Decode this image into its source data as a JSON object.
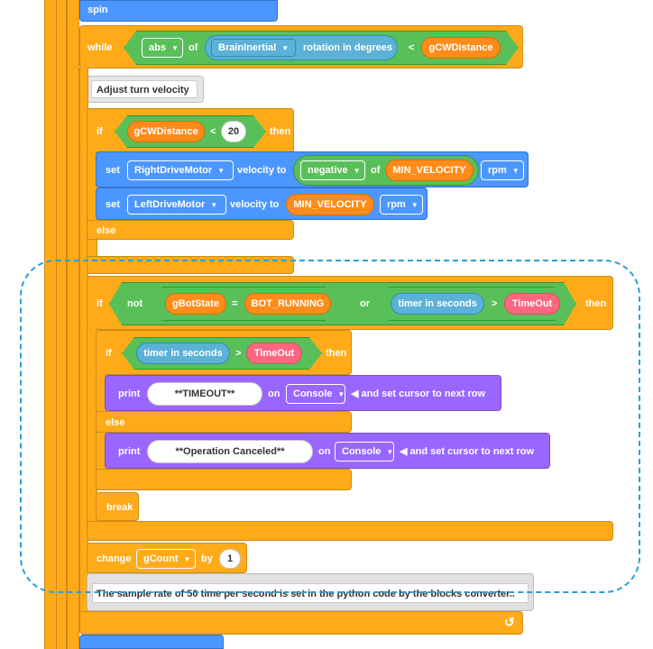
{
  "stack": {
    "top_partial": "spin",
    "while_block": {
      "keyword": "while",
      "abs_label": "abs",
      "of_label": "of",
      "sensor": "BrainInertial",
      "rotation_label": "rotation in degrees",
      "lt": "<",
      "var": "gCWDistance"
    },
    "comment_block": {
      "text": "Adjust turn velocity"
    },
    "if_block_1": {
      "keyword": "if",
      "var": "gCWDistance",
      "lt": "<",
      "value": "20",
      "then": "then",
      "else": "else"
    },
    "set_right": {
      "set": "set",
      "motor": "RightDriveMotor",
      "velocity_to": "velocity to",
      "negative": "negative",
      "of": "of",
      "min_velocity": "MIN_VELOCITY",
      "unit": "rpm"
    },
    "set_left": {
      "set": "set",
      "motor": "LeftDriveMotor",
      "velocity_to": "velocity to",
      "min_velocity": "MIN_VELOCITY",
      "unit": "rpm"
    },
    "if_block_2": {
      "keyword": "if",
      "not": "not",
      "var": "gBotState",
      "eq": "=",
      "state": "BOT_RUNNING",
      "or": "or",
      "timer": "timer in seconds",
      "gt": ">",
      "timeout": "TimeOut",
      "then": "then"
    },
    "if_block_3": {
      "keyword": "if",
      "timer": "timer in seconds",
      "gt": ">",
      "timeout": "TimeOut",
      "then": "then",
      "else": "else"
    },
    "print_1": {
      "print": "print",
      "text": "**TIMEOUT**",
      "on": "on",
      "target": "Console",
      "suffix": "and set cursor to next row"
    },
    "print_2": {
      "print": "print",
      "text": "**Operation Canceled**",
      "on": "on",
      "target": "Console",
      "suffix": "and set cursor to next row"
    },
    "break_block": {
      "label": "break"
    },
    "change_block": {
      "change": "change",
      "var": "gCount",
      "by": "by",
      "value": "1"
    },
    "note_block": {
      "text": "The sample rate of 50 time per second is set in the python code by the blocks converter.."
    },
    "loop_arrow": "↺"
  },
  "colors": {
    "control": "#FFAB19",
    "operator": "#59C059",
    "motion": "#4C97FF",
    "looks": "#9966FF",
    "sensing": "#5CB1D6",
    "variable": "#FF8C1A",
    "highlight_border": "#2A9FD6"
  }
}
